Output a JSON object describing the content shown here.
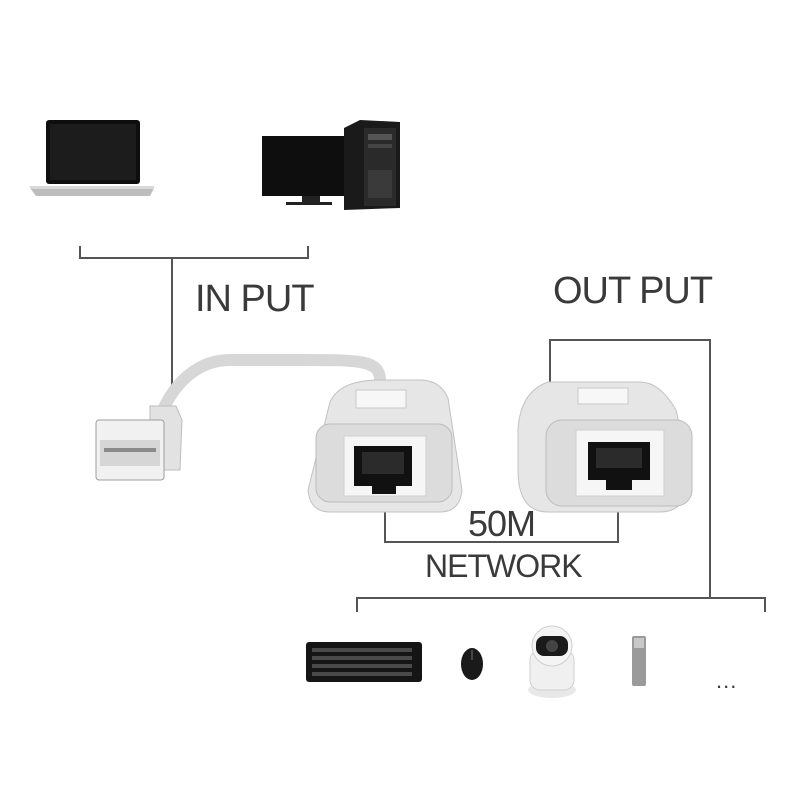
{
  "labels": {
    "input": "IN PUT",
    "output": "OUT PUT",
    "distance": "50M",
    "network": "NETWORK",
    "more": "..."
  },
  "icons": {
    "source_devices": [
      "laptop-icon",
      "desktop-pc-icon"
    ],
    "adapters": [
      "usb-rj45-sender-icon",
      "rj45-receiver-icon"
    ],
    "output_devices": [
      "keyboard-icon",
      "mouse-icon",
      "camera-icon",
      "usb-flash-drive-icon"
    ]
  },
  "colors": {
    "line": "#555555",
    "text": "#3a3a3a",
    "device_dark": "#111111",
    "adapter_body": "#e6e6e6"
  }
}
